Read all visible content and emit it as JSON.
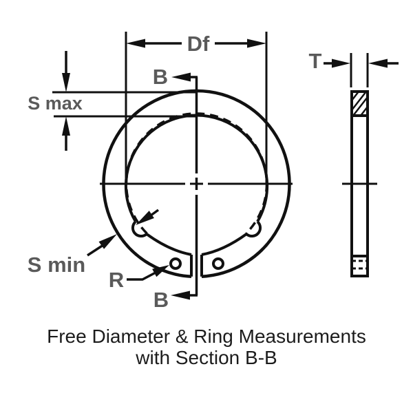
{
  "labels": {
    "free_diameter": "Df",
    "section_marker_top": "B",
    "section_marker_bottom": "B",
    "max_section_width": "S max",
    "min_section_width": "S min",
    "lug_hole_radius": "R",
    "ring_thickness": "T"
  },
  "caption": {
    "line1": "Free Diameter & Ring Measurements",
    "line2": "with Section B-B"
  },
  "colors": {
    "drawing_line": "#111111",
    "dimension_label": "#5a5a5a",
    "caption_text": "#1c1c1c",
    "background": "#ffffff"
  }
}
